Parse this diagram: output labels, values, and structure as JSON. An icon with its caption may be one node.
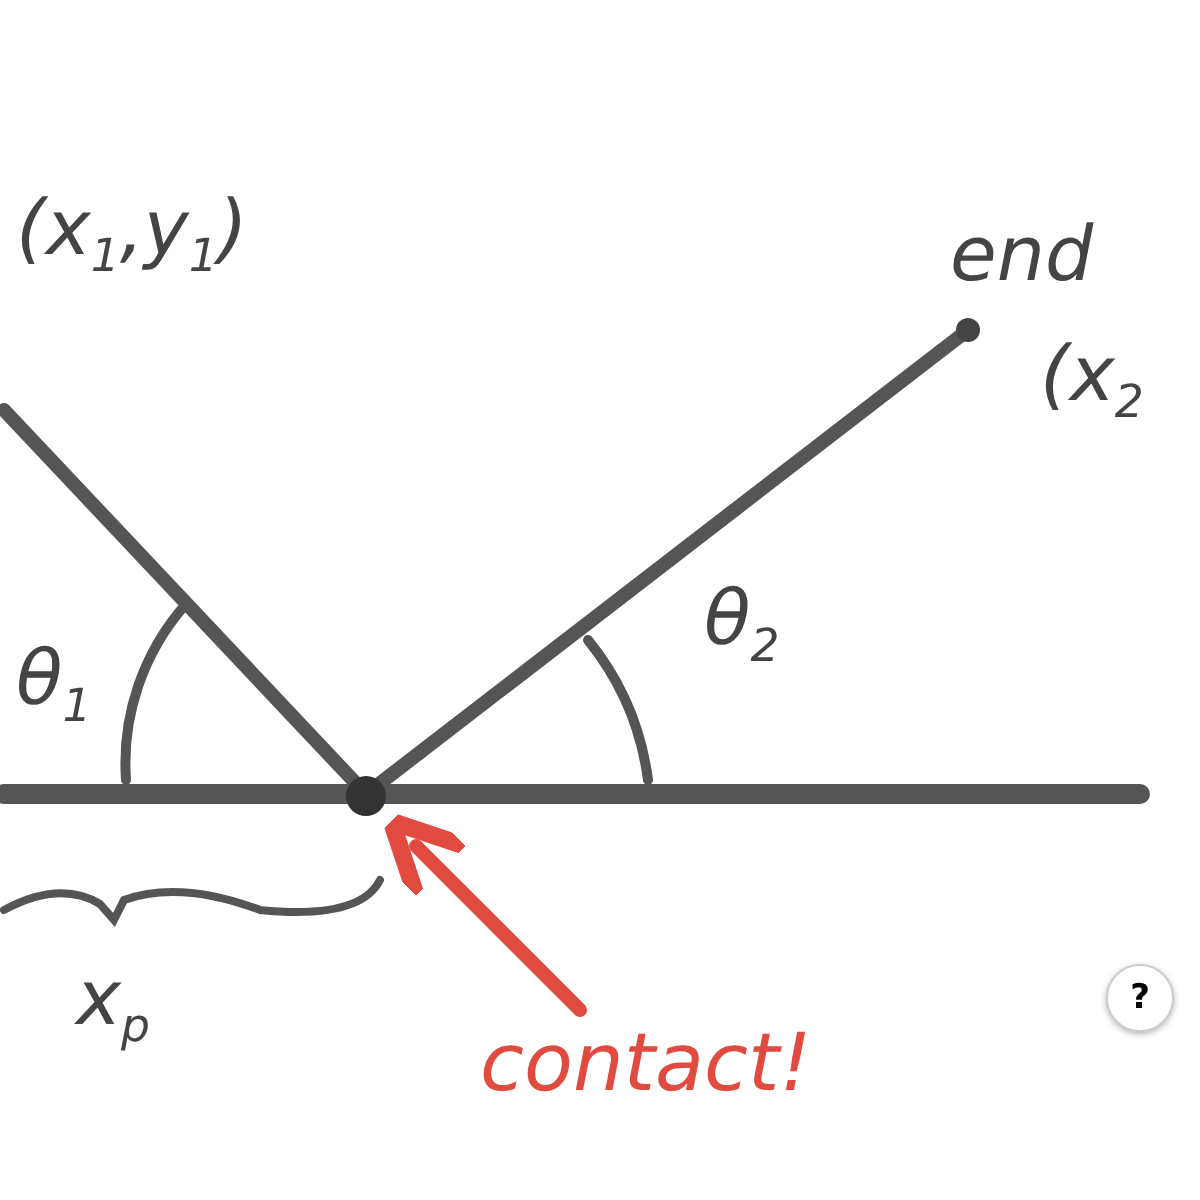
{
  "diagram": {
    "nodes": [
      {
        "text": [
          "contact!"
        ]
      },
      {
        "text": [],
        "shape": "circle"
      }
    ],
    "edges": [
      {
        "from": 0,
        "to": 1,
        "arrow": "to",
        "color": "#e04a3f"
      }
    ],
    "labels": [
      "(x$_{1}$,y$_{1}$)",
      "end",
      "(x$_{2}$",
      "θ$_{1}$",
      "θ$_{2}$",
      "x$_{p}$",
      "?"
    ]
  }
}
